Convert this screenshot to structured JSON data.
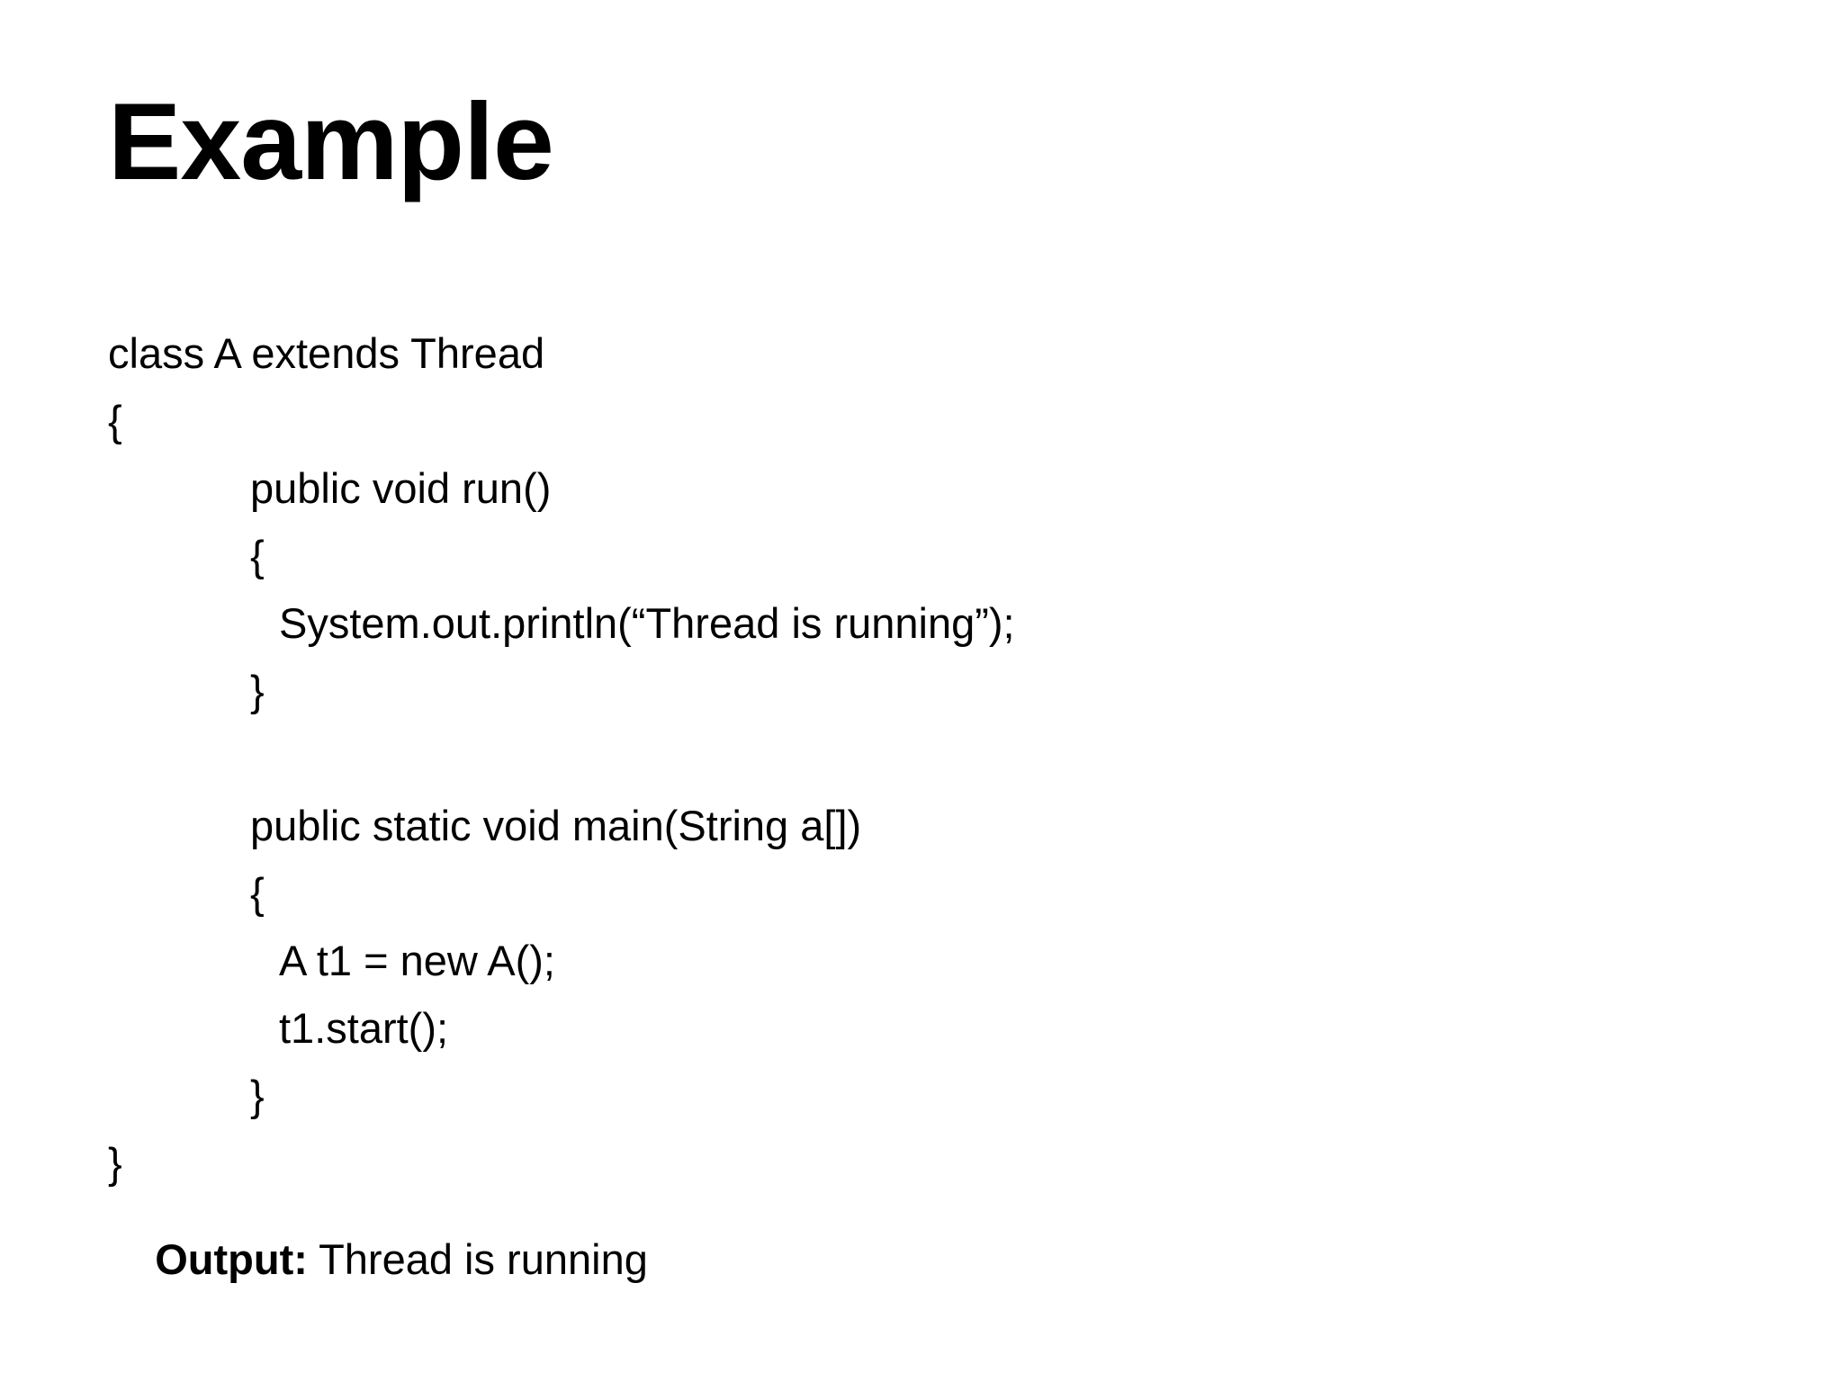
{
  "slide": {
    "title": "Example",
    "background_color": "#ffffff",
    "text_color": "#000000"
  },
  "code": {
    "language": "java",
    "lines": [
      {
        "indent": 0,
        "text": "class A extends Thread"
      },
      {
        "indent": 0,
        "text": "{"
      },
      {
        "indent": 1,
        "text": "public void run()"
      },
      {
        "indent": 1,
        "text": "{"
      },
      {
        "indent": 2,
        "text": "System.out.println(“Thread is running”);"
      },
      {
        "indent": 1,
        "text": "}"
      },
      {
        "indent": 0,
        "text": ""
      },
      {
        "indent": 1,
        "text": "public static void main(String a[])"
      },
      {
        "indent": 1,
        "text": "{"
      },
      {
        "indent": 2,
        "text": "A t1 = new A();"
      },
      {
        "indent": 2,
        "text": "t1.start();"
      },
      {
        "indent": 1,
        "text": "}"
      },
      {
        "indent": 0,
        "text": "}"
      }
    ]
  },
  "output": {
    "label": "Output:",
    "value": " Thread is running"
  }
}
